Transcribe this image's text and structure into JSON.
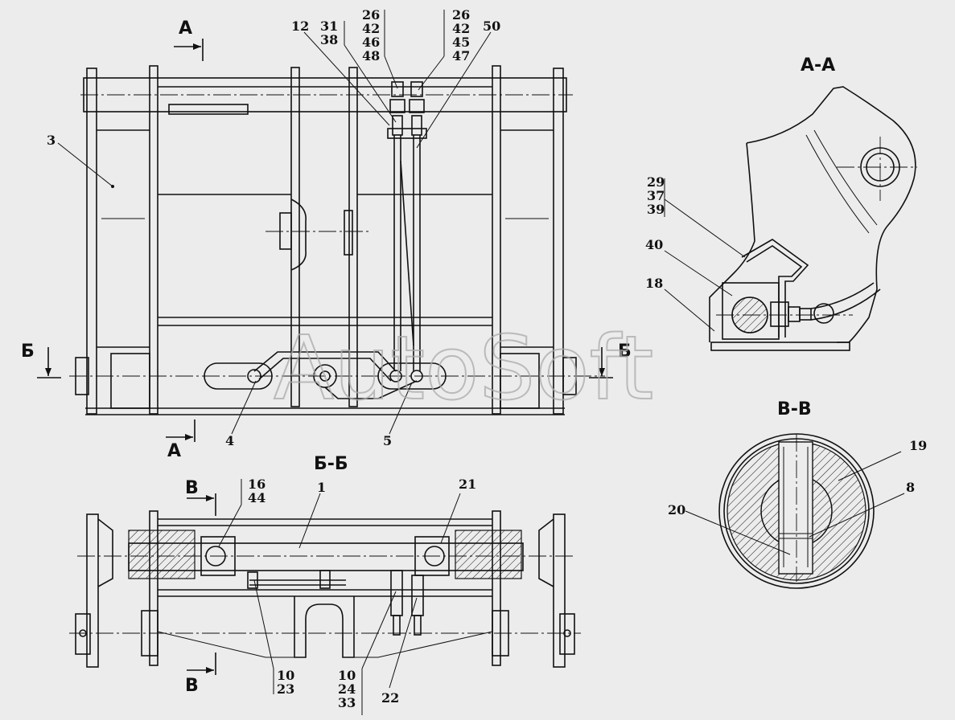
{
  "watermark": "AutoSoft",
  "sections": {
    "aa_title": "А-А",
    "bb_title": "Б-Б",
    "vv_title": "В-В",
    "cut_a_top": "А",
    "cut_a_bottom": "А",
    "cut_b_left": "Б",
    "cut_b_right": "Б",
    "cut_v_top": "В",
    "cut_v_bottom": "В"
  },
  "callouts": {
    "c3": "3",
    "c4": "4",
    "c5": "5",
    "c12": "12",
    "g1": [
      "31",
      "38"
    ],
    "g2": [
      "26",
      "42",
      "46",
      "48"
    ],
    "g3": [
      "26",
      "42",
      "45",
      "47"
    ],
    "c50": "50",
    "g4": [
      "29",
      "37",
      "39"
    ],
    "c40": "40",
    "c18": "18",
    "g5": [
      "16",
      "44"
    ],
    "c1": "1",
    "c21": "21",
    "g6": [
      "10",
      "23"
    ],
    "g7": [
      "10",
      "24",
      "33"
    ],
    "c22": "22",
    "c19": "19",
    "c8": "8",
    "c20": "20"
  }
}
